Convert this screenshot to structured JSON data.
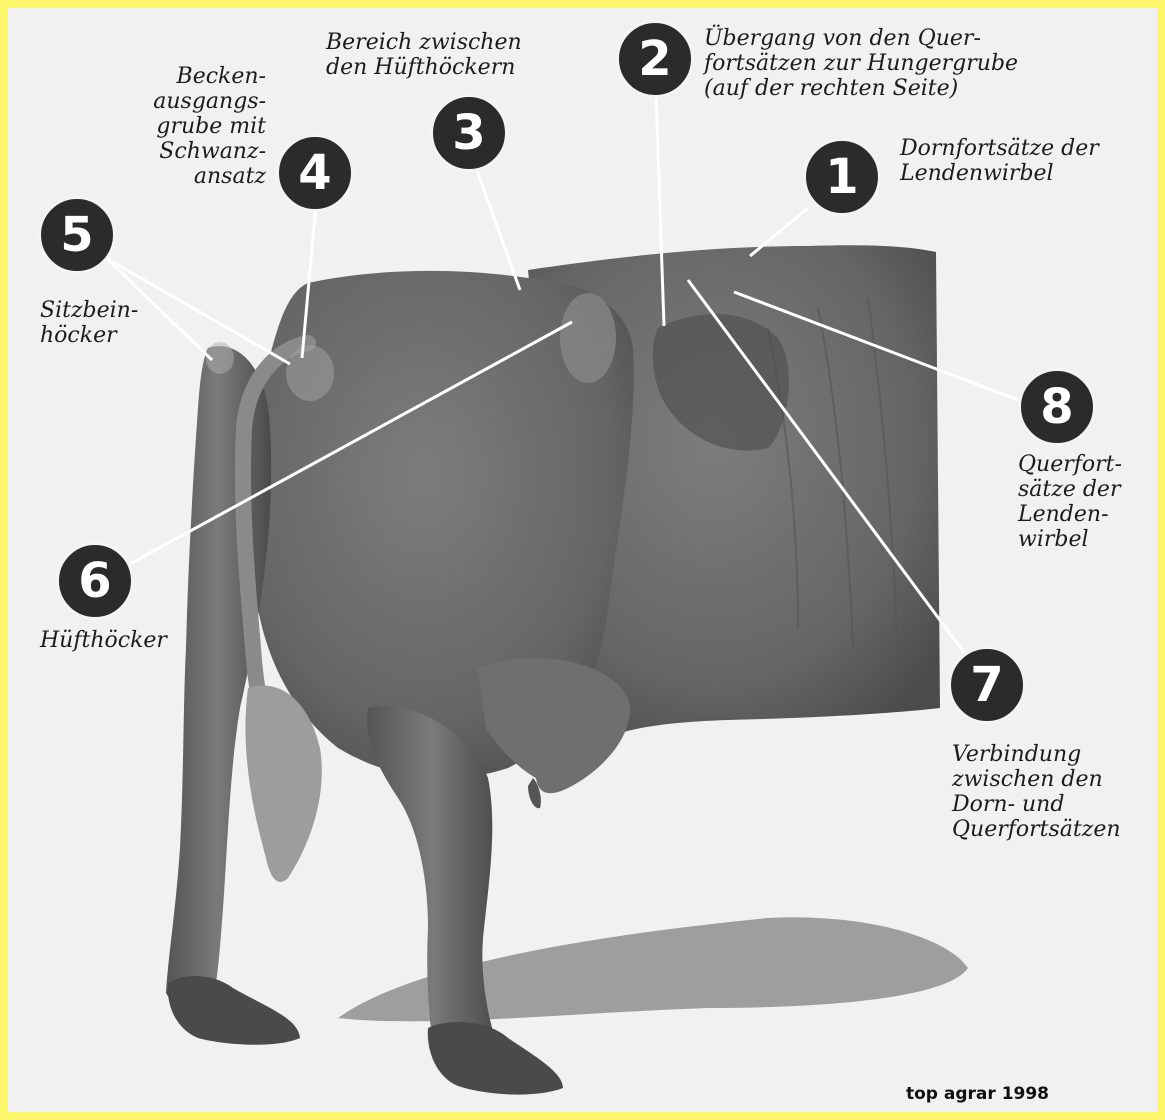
{
  "colors": {
    "page_border": "#fdf56a",
    "background": "#f1f1f1",
    "badge_fill": "#2b2b2b",
    "badge_text": "#ffffff",
    "leader_line": "#ffffff",
    "cow_body": "#6b6b6b"
  },
  "figure": {
    "illustration": "cow-rear-view-drawing",
    "credit": "top agrar 1998"
  },
  "labels": [
    {
      "number": "1",
      "text": "Dornfortsätze der\nLendenwirbel"
    },
    {
      "number": "2",
      "text": "Übergang von den Quer-\nfortsätzen zur Hungergrube\n(auf der rechten Seite)"
    },
    {
      "number": "3",
      "text": "Bereich zwischen\nden Hüfthöckern"
    },
    {
      "number": "4",
      "text": "Becken-\nausgangs-\ngrube mit\nSchwanz-\nansatz"
    },
    {
      "number": "5",
      "text": "Sitzbein-\nhöcker"
    },
    {
      "number": "6",
      "text": "Hüfthöcker"
    },
    {
      "number": "7",
      "text": "Verbindung\nzwischen den\nDorn- und\nQuerfortsätzen"
    },
    {
      "number": "8",
      "text": "Querfort-\nsätze der\nLenden-\nwirbel"
    }
  ]
}
